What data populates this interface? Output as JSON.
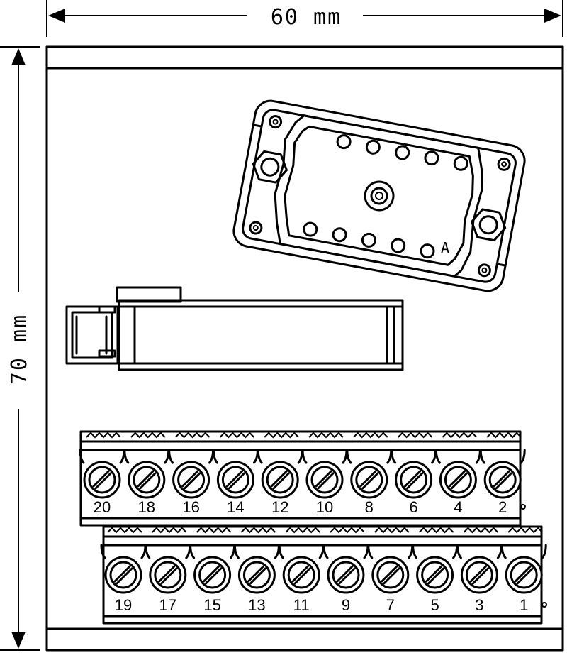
{
  "dimensions": {
    "width_label": "60 mm",
    "height_label": "70 mm"
  },
  "connector": {
    "marker_label": "A"
  },
  "terminals": {
    "upper_row": [
      "20",
      "18",
      "16",
      "14",
      "12",
      "10",
      "8",
      "6",
      "4",
      "2"
    ],
    "lower_row": [
      "19",
      "17",
      "15",
      "13",
      "11",
      "9",
      "7",
      "5",
      "3",
      "1"
    ]
  },
  "colors": {
    "line": "#000000",
    "background": "#ffffff"
  }
}
